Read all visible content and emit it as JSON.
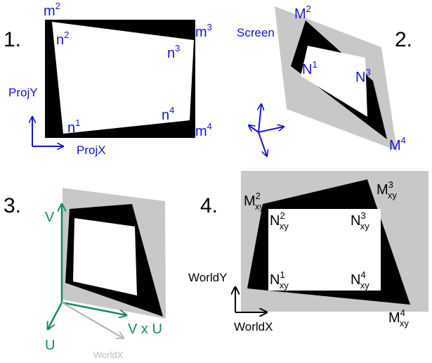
{
  "panels": {
    "p1": {
      "number": "1.",
      "labels": {
        "m2": {
          "base": "m",
          "sup": "2"
        },
        "m3": {
          "base": "m",
          "sup": "3"
        },
        "m4": {
          "base": "m",
          "sup": "4"
        },
        "n1": {
          "base": "n",
          "sup": "1"
        },
        "n2": {
          "base": "n",
          "sup": "2"
        },
        "n3": {
          "base": "n",
          "sup": "3"
        },
        "n4": {
          "base": "n",
          "sup": "4"
        }
      },
      "axes": {
        "y": "ProjY",
        "x": "ProjX"
      }
    },
    "p2": {
      "number": "2.",
      "screen_label": "Screen",
      "labels": {
        "M2": {
          "base": "M",
          "sup": "2"
        },
        "M4": {
          "base": "M",
          "sup": "4"
        },
        "N1": {
          "base": "N",
          "sup": "1"
        },
        "N3": {
          "base": "N",
          "sup": "3"
        }
      }
    },
    "p3": {
      "number": "3.",
      "axes": {
        "v": "V",
        "u": "U",
        "vxu": "V x U",
        "worldx": "WorldX"
      }
    },
    "p4": {
      "number": "4.",
      "labels": {
        "M2": {
          "base": "M",
          "sup": "2",
          "sub": "xy"
        },
        "M3": {
          "base": "M",
          "sup": "3",
          "sub": "xy"
        },
        "M4": {
          "base": "M",
          "sup": "4",
          "sub": "xy"
        },
        "N1": {
          "base": "N",
          "sup": "1",
          "sub": "xy"
        },
        "N2": {
          "base": "N",
          "sup": "2",
          "sub": "xy"
        },
        "N3": {
          "base": "N",
          "sup": "3",
          "sub": "xy"
        },
        "N4": {
          "base": "N",
          "sup": "4",
          "sub": "xy"
        }
      },
      "axes": {
        "y": "WorldY",
        "x": "WorldX"
      }
    }
  },
  "colors": {
    "label_blue": "#1414d2",
    "axis_green": "#138a6a",
    "screen_grey": "#c8c8c8",
    "worldx_grey": "#bcbcbc",
    "quad_fill": "#000000",
    "inner_fill": "#ffffff"
  }
}
